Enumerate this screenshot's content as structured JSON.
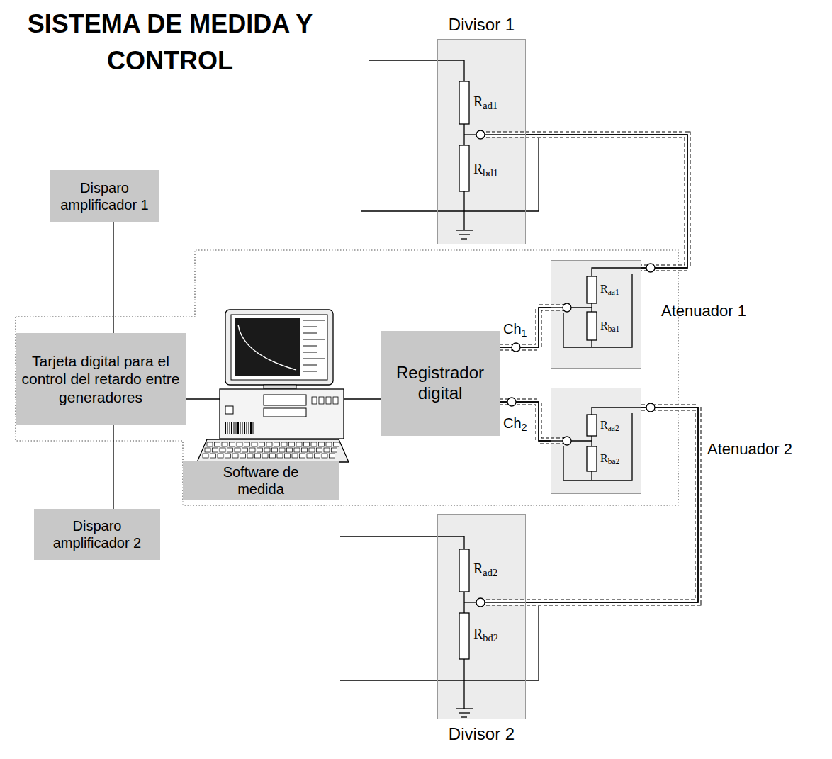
{
  "diagram": {
    "title": "SISTEMA DE MEDIDA Y CONTROL",
    "nodes": [
      {
        "text": [
          "Divisor 1"
        ]
      },
      {
        "text": [
          "Disparo amplificador 1"
        ]
      },
      {
        "text": [
          "Atenuador 1"
        ]
      },
      {
        "text": [
          "Tarjeta digital para el control del retardo entre generadores"
        ]
      },
      {
        "text": [
          "Software de medida"
        ]
      },
      {
        "text": [
          "Registrador digital"
        ]
      },
      {
        "text": [
          "Atenuador 2"
        ]
      },
      {
        "text": [
          "Disparo amplificador 2"
        ]
      },
      {
        "text": [
          "Divisor 2"
        ]
      }
    ],
    "edges": [
      {
        "from": 1,
        "to": 3,
        "arrow": "none"
      },
      {
        "from": 3,
        "to": 7,
        "arrow": "none"
      },
      {
        "from": 3,
        "to": 4,
        "arrow": "none"
      },
      {
        "from": 4,
        "to": 5,
        "arrow": "none"
      },
      {
        "from": 5,
        "to": 2,
        "arrow": "none"
      },
      {
        "from": 5,
        "to": 6,
        "arrow": "none"
      },
      {
        "from": 0,
        "to": 2,
        "arrow": "none"
      },
      {
        "from": 6,
        "to": 8,
        "arrow": "none"
      }
    ],
    "labels": [
      "Rad1",
      "Rbd1",
      "Raa1",
      "Rba1",
      "Ch1",
      "Ch2",
      "Raa2",
      "Rba2",
      "Rad2",
      "Rbd2"
    ]
  }
}
